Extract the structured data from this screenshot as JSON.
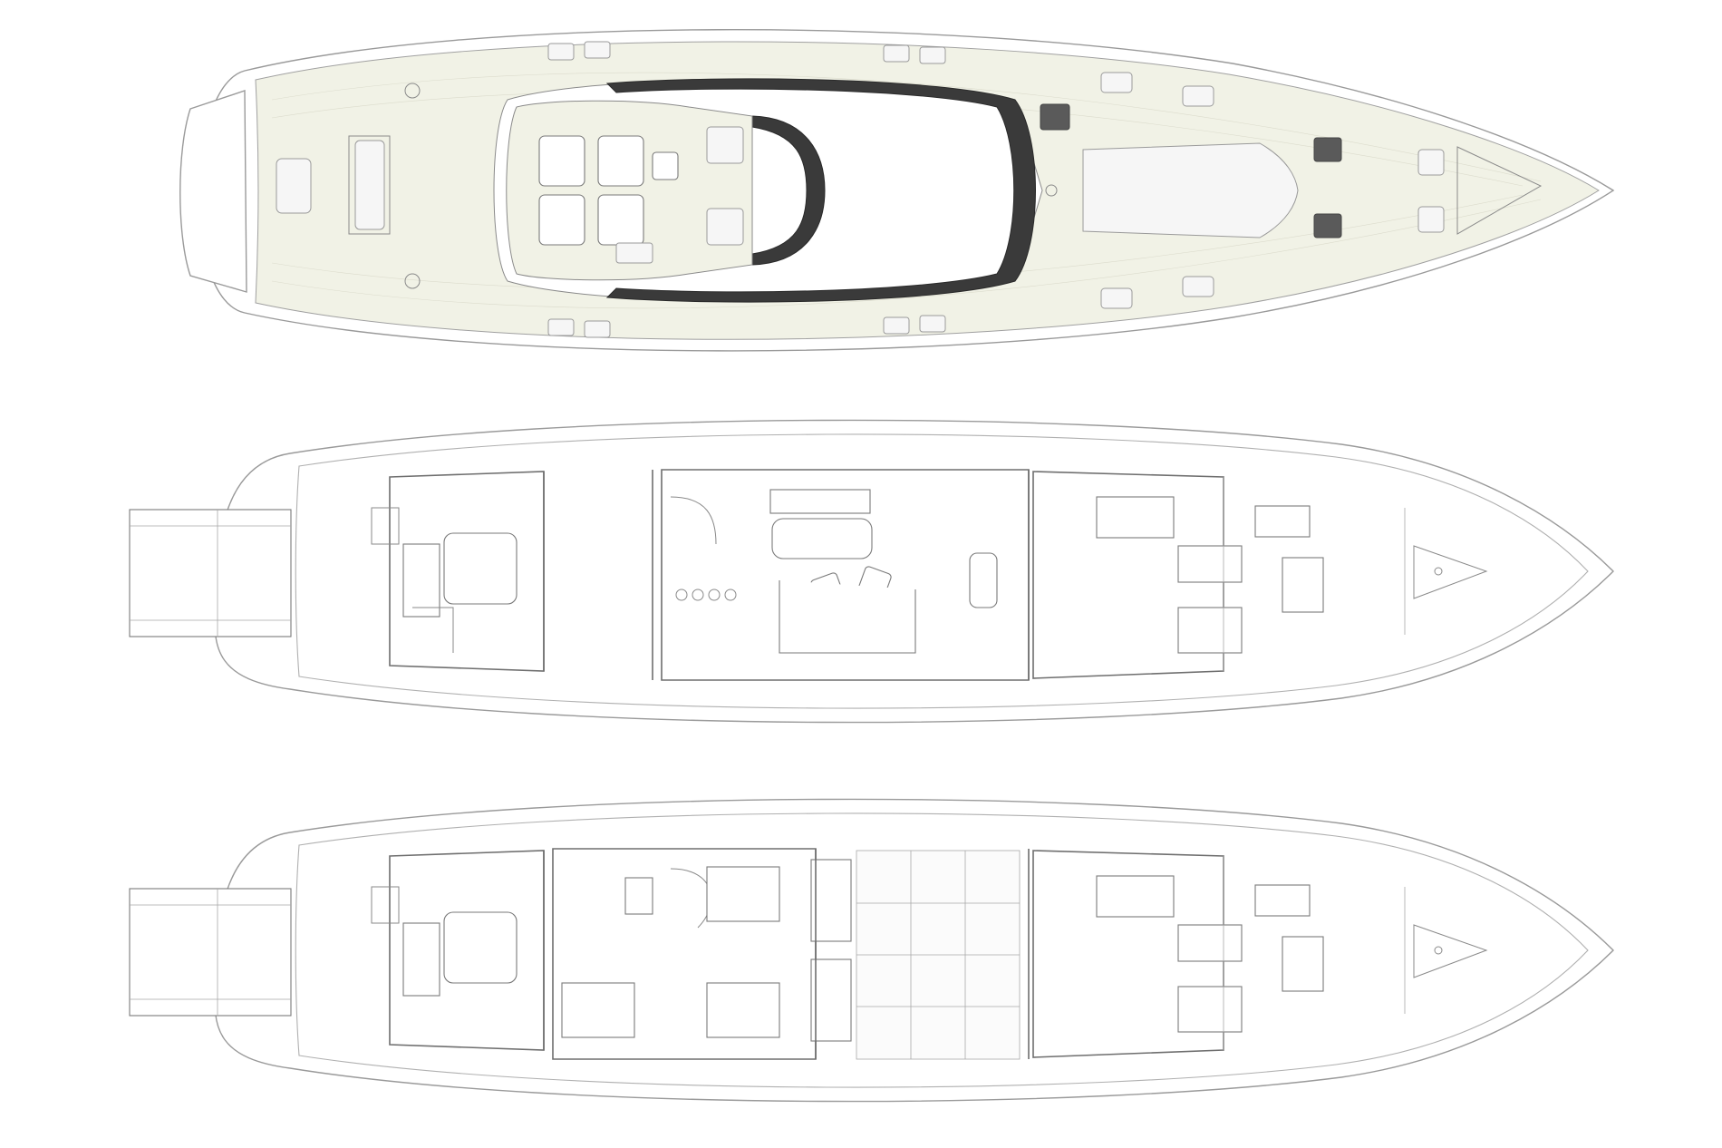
{
  "figure": {
    "background": "#ffffff",
    "deck_fill": "#f1f2e6",
    "line_color": "#7a7a7a",
    "dark_accent": "#3a3a3a"
  },
  "plans": [
    {
      "id": "deck-1",
      "view": "top-deck"
    },
    {
      "id": "deck-2",
      "view": "interior-layout-a"
    },
    {
      "id": "deck-3",
      "view": "interior-layout-b"
    }
  ]
}
